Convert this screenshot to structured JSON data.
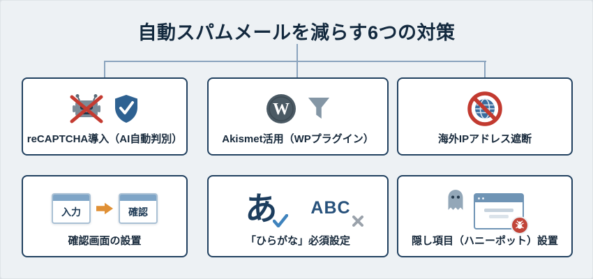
{
  "title": "自動スパムメールを減らす6つの対策",
  "cards": {
    "recaptcha": {
      "label": "reCAPTCHA導入（AI自動判別）"
    },
    "akismet": {
      "label": "Akismet活用（WPプラグイン）",
      "wp_letter": "W"
    },
    "ip_block": {
      "label": "海外IPアドレス遮断"
    },
    "confirm_screen": {
      "label": "確認画面の設置",
      "input_window_text": "入力",
      "confirm_window_text": "確認"
    },
    "hiragana": {
      "label": "「ひらがな」必須設定",
      "hiragana_char": "あ",
      "latin_text": "ABC"
    },
    "honeypot": {
      "label": "隠し項目（ハニーポット）設置"
    }
  },
  "colors": {
    "background": "#edf1f4",
    "card_border": "#20405f",
    "text": "#17293b",
    "connector": "#8aa3bd",
    "accent_red": "#c23a30",
    "accent_blue": "#2e6191",
    "accent_orange": "#e09035"
  }
}
